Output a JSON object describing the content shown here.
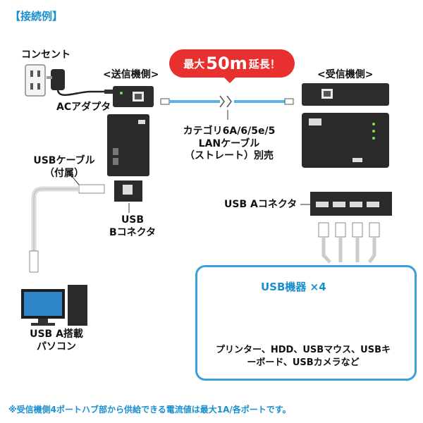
{
  "header": "【接続例】",
  "callout": {
    "prefix": "最大",
    "number": "50m",
    "suffix": "延長！"
  },
  "labels": {
    "outlet": "コンセント",
    "ac_adapter": "ACアダプタ",
    "sender": "<送信機側>",
    "receiver": "<受信機側>",
    "lan_cable_1": "カテゴリ6A/6/5e/5",
    "lan_cable_2": "LANケーブル",
    "lan_cable_3": "（ストレート）別売",
    "usb_cable_1": "USBケーブル",
    "usb_cable_2": "（付属）",
    "usb_b_1": "USB",
    "usb_b_2": "Bコネクタ",
    "usb_a": "USB Aコネクタ",
    "pc_1": "USB A搭載",
    "pc_2": "パソコン"
  },
  "usb_devices": {
    "title": "USB機器 ×4",
    "list": "プリンター、HDD、USBマウス、USBキーボード、USBカメラなど"
  },
  "footnote": "※受信機側4ポートハブ部から供給できる電流値は最大1A/各ポートです。"
}
